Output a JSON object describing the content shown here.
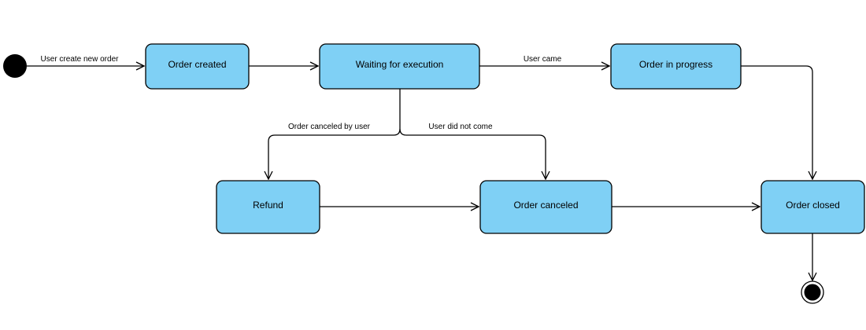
{
  "colors": {
    "state_fill": "#7fd0f5",
    "stroke": "#000000",
    "background": "#ffffff"
  },
  "initial": {
    "label": "User create new order"
  },
  "states": {
    "order_created": "Order created",
    "waiting": "Waiting for execution",
    "in_progress": "Order in progress",
    "refund": "Refund",
    "canceled": "Order canceled",
    "closed": "Order closed"
  },
  "transitions": {
    "user_came": "User came",
    "canceled_by_user": "Order canceled by user",
    "did_not_come": "User did not come"
  }
}
